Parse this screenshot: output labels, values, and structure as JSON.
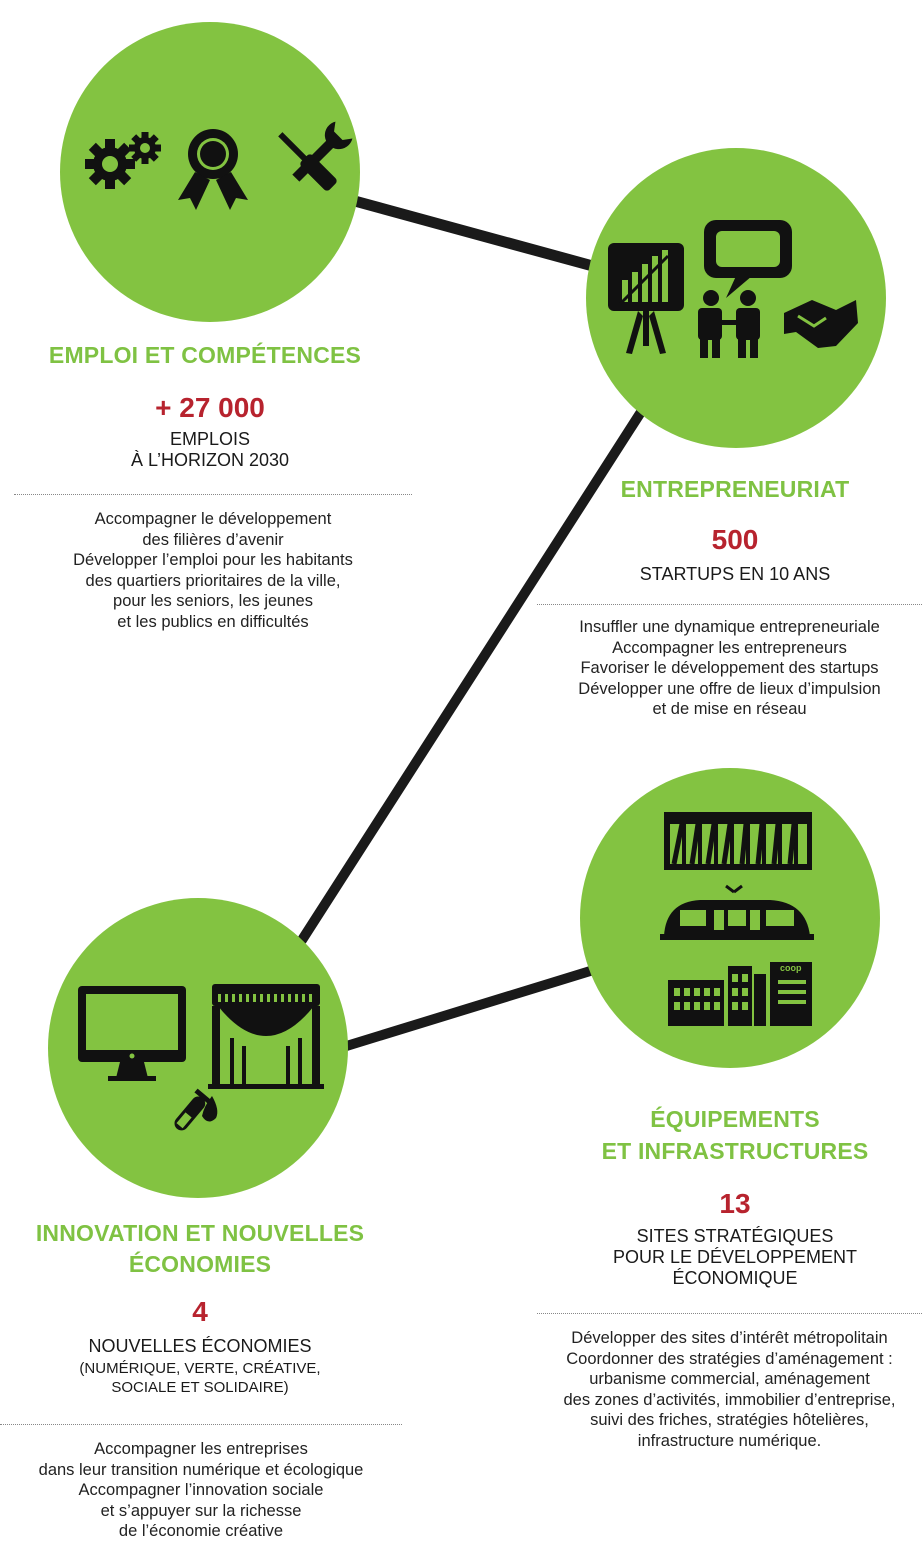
{
  "colors": {
    "green": "#83c341",
    "heading_green": "#7fc243",
    "stat_red": "#b7232e",
    "line": "#1a1a1a"
  },
  "sections": {
    "emploi": {
      "icons": [
        "gears-icon",
        "award-ribbon-icon",
        "wrench-screwdriver-icon"
      ],
      "heading": "EMPLOI ET COMPÉTENCES",
      "stat": "+ 27 000",
      "stat_label_lines": [
        "EMPLOIS",
        "À L’HORIZON 2030"
      ],
      "description_lines": [
        "Accompagner le développement",
        "des filières d’avenir",
        "Développer l’emploi pour les habitants",
        "des quartiers prioritaires de la ville,",
        "pour les seniors, les jeunes",
        "et les publics en difficultés"
      ]
    },
    "entrepreneuriat": {
      "icons": [
        "presentation-chart-icon",
        "speech-bubble-icon",
        "people-icon",
        "handshake-icon"
      ],
      "heading": "ENTREPRENEURIAT",
      "stat": "500",
      "stat_label_lines": [
        "STARTUPS EN 10 ANS"
      ],
      "description_lines": [
        "Insuffler une dynamique entrepreneuriale",
        "Accompagner les entrepreneurs",
        "Favoriser le développement des startups",
        "Développer une offre de lieux d’impulsion",
        "et de mise en réseau"
      ]
    },
    "equipements": {
      "icons": [
        "building-facade-icon",
        "tram-icon",
        "commercial-buildings-icon"
      ],
      "coop_text": "coop",
      "heading_lines": [
        "ÉQUIPEMENTS",
        "ET INFRASTRUCTURES"
      ],
      "stat": "13",
      "stat_label_lines": [
        "SITES STRATÉGIQUES",
        "POUR LE DÉVELOPPEMENT",
        "ÉCONOMIQUE"
      ],
      "description_lines": [
        "Développer des sites d’intérêt métropolitain",
        "Coordonner des stratégies d’aménagement :",
        "urbanisme commercial, aménagement",
        "des zones d’activités, immobilier d’entreprise,",
        "suivi des friches, stratégies hôtelières,",
        "infrastructure numérique."
      ]
    },
    "innovation": {
      "icons": [
        "computer-monitor-icon",
        "stadium-icon",
        "test-tube-icon"
      ],
      "heading_lines": [
        "INNOVATION ET NOUVELLES",
        "ÉCONOMIES"
      ],
      "stat": "4",
      "stat_label_lines": [
        "NOUVELLES ÉCONOMIES"
      ],
      "stat_sub_lines": [
        "(NUMÉRIQUE, VERTE, CRÉATIVE,",
        "SOCIALE ET SOLIDAIRE)"
      ],
      "description_lines": [
        "Accompagner les entreprises",
        "dans leur transition numérique et écologique",
        "Accompagner l’innovation sociale",
        "et s’appuyer sur la richesse",
        "de l’économie créative"
      ]
    }
  }
}
